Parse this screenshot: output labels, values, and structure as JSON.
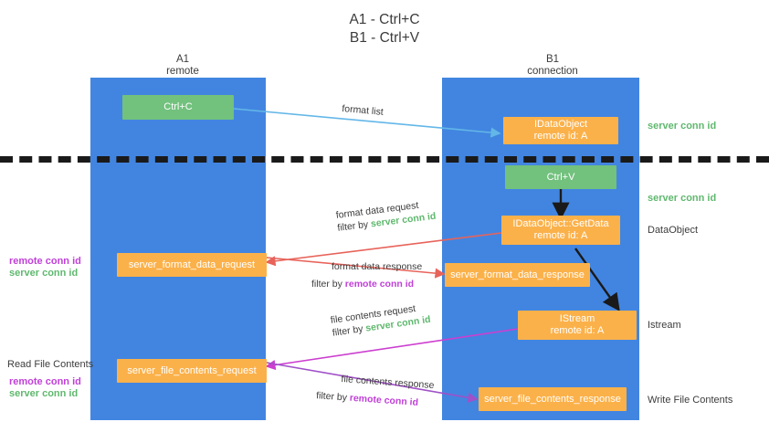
{
  "title": {
    "line1": "A1 - Ctrl+C",
    "line2": "B1 - Ctrl+V"
  },
  "lanes": [
    {
      "id": "a1",
      "name": "A1",
      "sub": "remote"
    },
    {
      "id": "b1",
      "name": "B1",
      "sub": "connection"
    }
  ],
  "nodes": {
    "ctrl_c": {
      "line1": "Ctrl+C",
      "line2": ""
    },
    "ctrl_v": {
      "line1": "Ctrl+V",
      "line2": ""
    },
    "idataobject": {
      "line1": "IDataObject",
      "line2": "remote id: A"
    },
    "getdata": {
      "line1": "IDataObject::GetData",
      "line2": "remote id: A"
    },
    "istream": {
      "line1": "IStream",
      "line2": "remote id: A"
    },
    "format_data_request": {
      "line1": "server_format_data_request",
      "line2": ""
    },
    "format_data_response": {
      "line1": "server_format_data_response",
      "line2": ""
    },
    "file_contents_request": {
      "line1": "server_file_contents_request",
      "line2": ""
    },
    "file_contents_response": {
      "line1": "server_file_contents_response",
      "line2": ""
    }
  },
  "right_labels": {
    "server_conn_id_top": "server conn id",
    "server_conn_id_mid": "server conn id",
    "dataobject": "DataObject",
    "istream": "Istream",
    "write_file_contents": "Write File Contents"
  },
  "left_labels": {
    "remote_conn_id_1": "remote conn id",
    "server_conn_id_1": "server conn id",
    "read_file_contents": "Read File Contents",
    "remote_conn_id_2": "remote conn id",
    "server_conn_id_2": "server conn id"
  },
  "edge_labels": {
    "format_list": "format list",
    "format_data_request": "format data request",
    "format_data_request_filter_prefix": "filter by ",
    "format_data_request_filter_value": "server conn id",
    "format_data_response": "format data response",
    "format_data_response_filter_prefix": "filter by ",
    "format_data_response_filter_value": "remote conn id",
    "file_contents_request": "file contents request",
    "file_contents_request_filter_prefix": "filter by ",
    "file_contents_request_filter_value": "server conn id",
    "file_contents_response": "file contents response",
    "file_contents_response_filter_prefix": "filter by ",
    "file_contents_response_filter_value": "remote conn id"
  },
  "colors": {
    "lane": "#4285e0",
    "node_orange": "#fbb14a",
    "node_green": "#72c17d",
    "green_text": "#5fb86e",
    "purple_text": "#c040d8",
    "arrow_blue": "#63b7e8",
    "arrow_red": "#e8635a",
    "arrow_magenta": "#cc3fd0",
    "arrow_purple": "#a050c8",
    "arrow_black": "#1a1a1a",
    "divider": "#1a1a1a"
  }
}
